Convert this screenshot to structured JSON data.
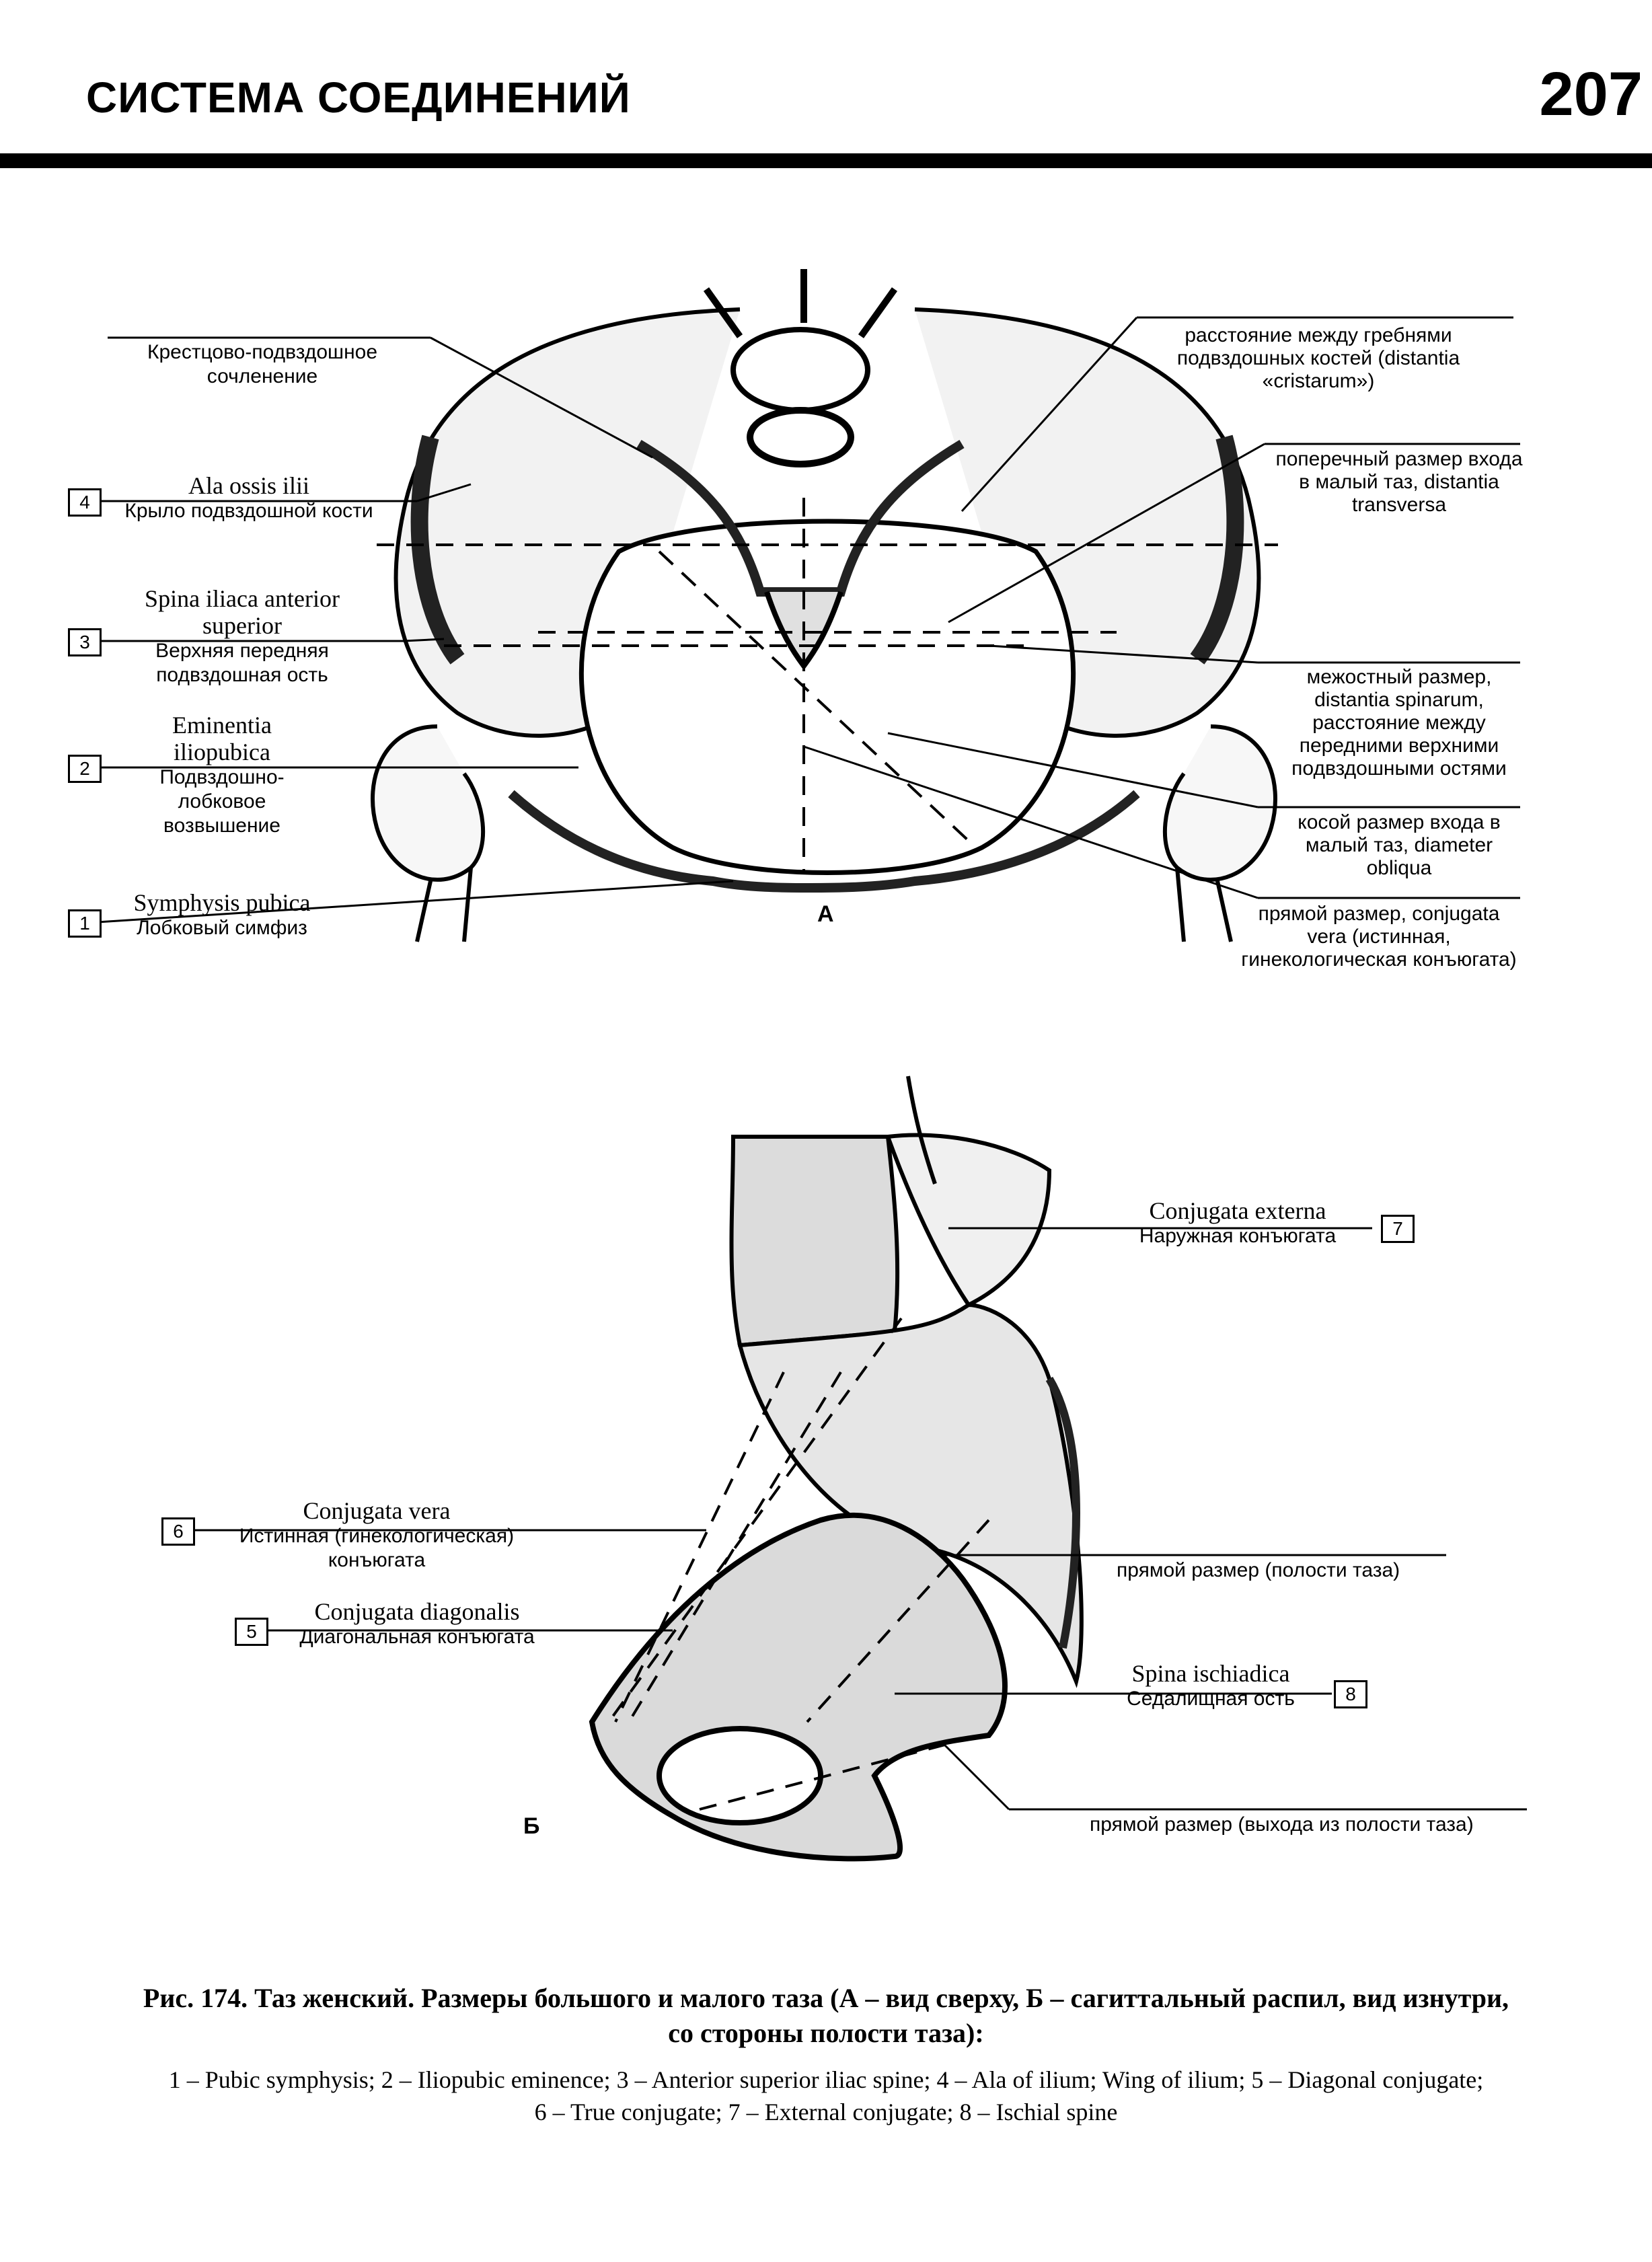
{
  "header": {
    "title": "СИСТЕМА СОЕДИНЕНИЙ",
    "page_number": "207"
  },
  "panel_a": {
    "label": "А",
    "left_labels": [
      {
        "number": "",
        "latin": "",
        "russian": "Крестцово-подвздошное сочленение"
      },
      {
        "number": "4",
        "latin": "Ala ossis ilii",
        "russian": "Крыло подвздошной кости"
      },
      {
        "number": "3",
        "latin": "Spina iliaca anterior superior",
        "russian": "Верхняя передняя подвздошная ость"
      },
      {
        "number": "2",
        "latin": "Eminentia iliopubica",
        "russian": "Подвздошно-лобковое возвышение"
      },
      {
        "number": "1",
        "latin": "Symphysis pubica",
        "russian": "Лобковый симфиз"
      }
    ],
    "right_labels": [
      "расстояние между гребнями подвздошных костей (distantia «cristarum»)",
      "поперечный размер входа в малый таз, distantia transversa",
      "межостный размер, distantia spinarum, расстояние между передними верхними подвздошными остями",
      "косой размер входа в малый таз, diameter obliqua",
      "прямой размер, conjugata vera (истинная, гинекологическая конъюгата)"
    ]
  },
  "panel_b": {
    "label": "Б",
    "left_labels": [
      {
        "number": "6",
        "latin": "Conjugata vera",
        "russian": "Истинная (гинекологическая) конъюгата"
      },
      {
        "number": "5",
        "latin": "Conjugata diagonalis",
        "russian": "Диагональная конъюгата"
      }
    ],
    "right_labels": [
      {
        "number": "7",
        "latin": "Conjugata externa",
        "russian": "Наружная конъюгата"
      },
      {
        "number": "",
        "latin": "",
        "russian": "прямой размер (полости таза)"
      },
      {
        "number": "8",
        "latin": "Spina ischiadica",
        "russian": "Седалищная ость"
      },
      {
        "number": "",
        "latin": "",
        "russian": "прямой размер (выхода из полости таза)"
      }
    ]
  },
  "caption": {
    "line1": "Рис. 174. Таз женский. Размеры большого и малого таза (А – вид сверху, Б – сагиттальный распил, вид изнутри,",
    "line2": "со стороны полости таза):"
  },
  "legend": {
    "line1": "1 – Pubic symphysis; 2 – Iliopubic eminence; 3 – Anterior superior iliac spine; 4 – Ala of ilium; Wing of ilium; 5 – Diagonal conjugate;",
    "line2": "6 – True conjugate; 7 – External conjugate; 8 – Ischial spine"
  }
}
